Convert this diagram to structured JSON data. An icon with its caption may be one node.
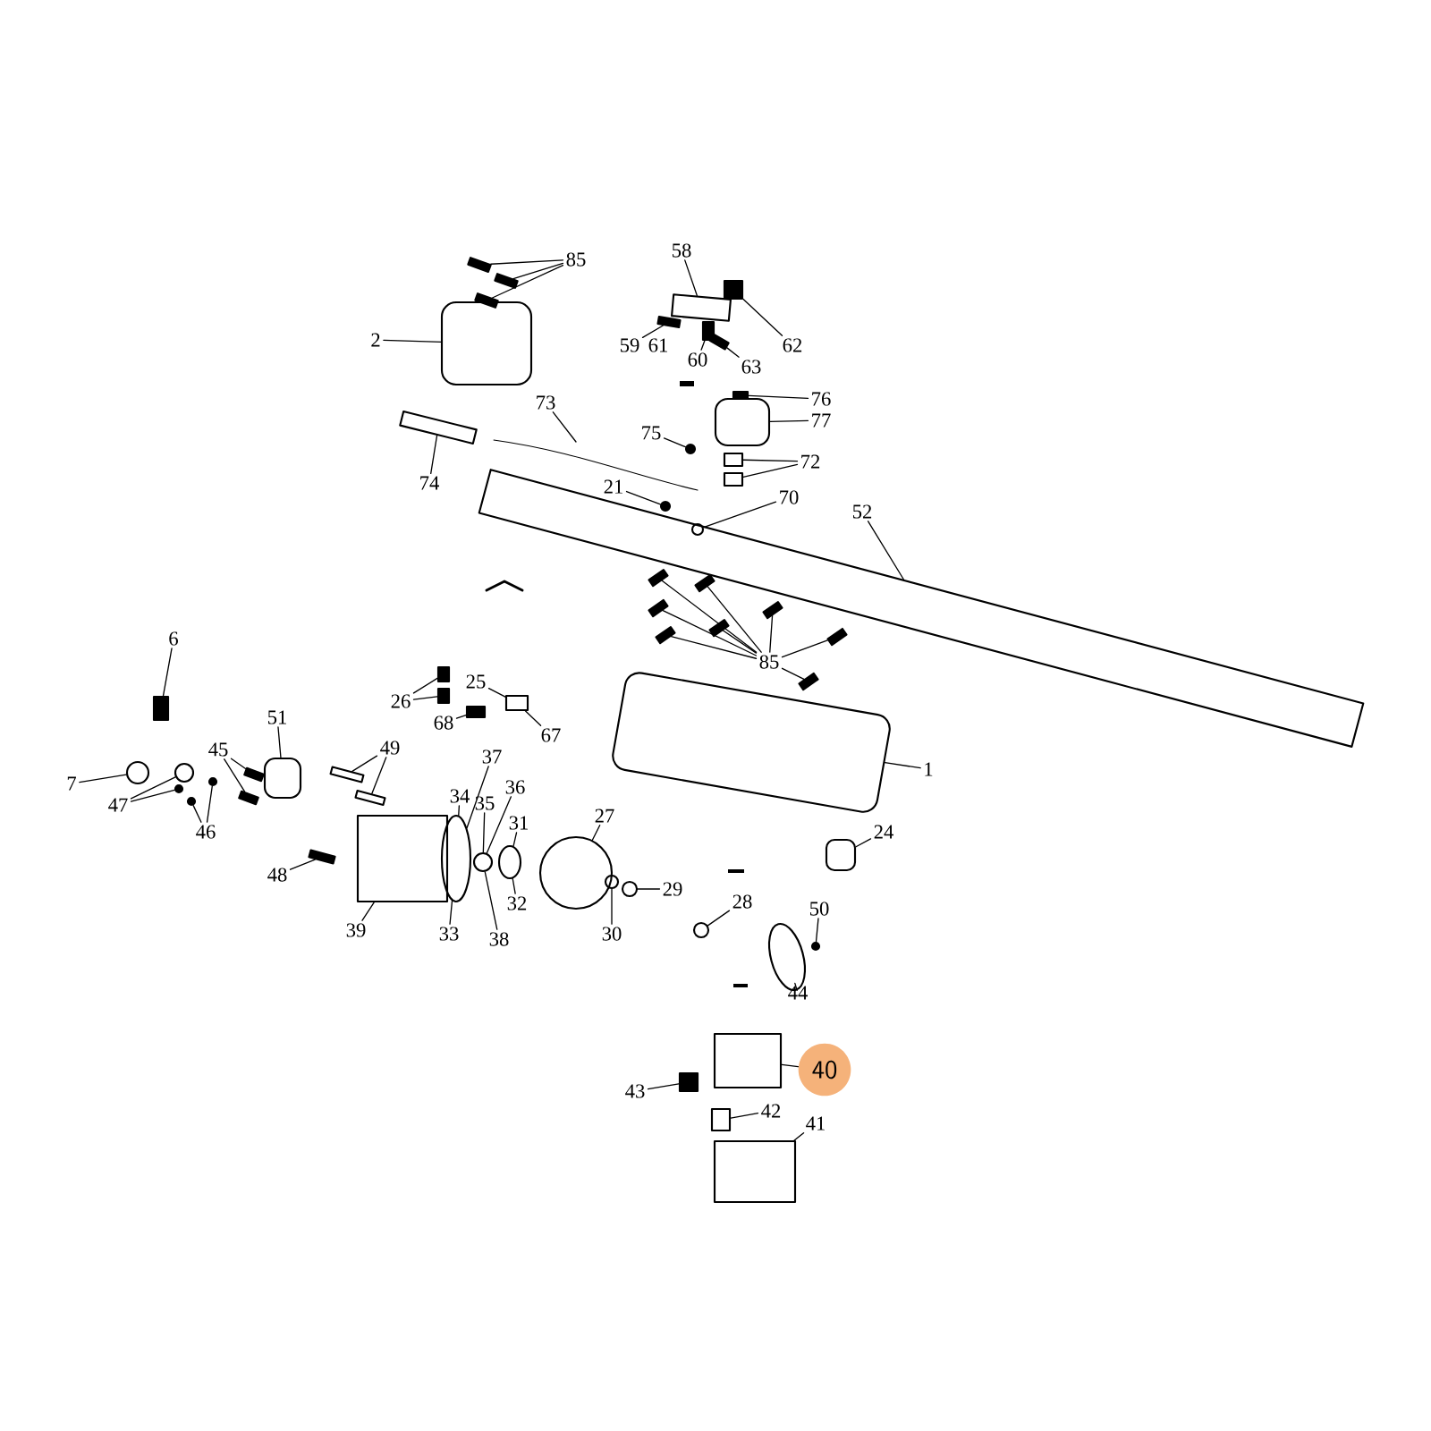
{
  "diagram": {
    "nodes": [
      {
        "text": [
          "85"
        ]
      },
      {
        "text": [
          "2"
        ]
      },
      {
        "text": [
          "58"
        ]
      },
      {
        "text": [
          "59"
        ]
      },
      {
        "text": [
          "61"
        ]
      },
      {
        "text": [
          "60"
        ]
      },
      {
        "text": [
          "63"
        ]
      },
      {
        "text": [
          "62"
        ]
      },
      {
        "text": [
          "76"
        ]
      },
      {
        "text": [
          "77"
        ]
      },
      {
        "text": [
          "73"
        ]
      },
      {
        "text": [
          "75"
        ]
      },
      {
        "text": [
          "74"
        ]
      },
      {
        "text": [
          "72"
        ]
      },
      {
        "text": [
          "21"
        ]
      },
      {
        "text": [
          "70"
        ]
      },
      {
        "text": [
          "52"
        ]
      },
      {
        "text": [
          "85"
        ]
      },
      {
        "text": [
          "6"
        ]
      },
      {
        "text": [
          "25"
        ]
      },
      {
        "text": [
          "26"
        ]
      },
      {
        "text": [
          "68"
        ]
      },
      {
        "text": [
          "67"
        ]
      },
      {
        "text": [
          "51"
        ]
      },
      {
        "text": [
          "45"
        ]
      },
      {
        "text": [
          "49"
        ]
      },
      {
        "text": [
          "37"
        ]
      },
      {
        "text": [
          "34"
        ]
      },
      {
        "text": [
          "35"
        ]
      },
      {
        "text": [
          "36"
        ]
      },
      {
        "text": [
          "31"
        ]
      },
      {
        "text": [
          "1"
        ]
      },
      {
        "text": [
          "27"
        ]
      },
      {
        "text": [
          "24"
        ]
      },
      {
        "text": [
          "7"
        ]
      },
      {
        "text": [
          "47"
        ]
      },
      {
        "text": [
          "46"
        ]
      },
      {
        "text": [
          "48"
        ]
      },
      {
        "text": [
          "29"
        ]
      },
      {
        "text": [
          "39"
        ]
      },
      {
        "text": [
          "33"
        ]
      },
      {
        "text": [
          "38"
        ]
      },
      {
        "text": [
          "32"
        ]
      },
      {
        "text": [
          "30"
        ]
      },
      {
        "text": [
          "28"
        ]
      },
      {
        "text": [
          "50"
        ]
      },
      {
        "text": [
          "44"
        ]
      },
      {
        "text": [
          "43"
        ]
      },
      {
        "text": [
          "40"
        ]
      },
      {
        "text": [
          "42"
        ]
      },
      {
        "text": [
          "41"
        ]
      },
      {
        "text": [],
        "shape": "bar"
      },
      {
        "text": [],
        "shape": "bar"
      },
      {
        "text": [],
        "shape": "bar"
      },
      {
        "text": [],
        "shape": "box"
      },
      {
        "text": [],
        "shape": "box"
      },
      {
        "text": [],
        "shape": "bar"
      },
      {
        "text": [],
        "shape": "box"
      },
      {
        "text": [],
        "shape": "bar"
      },
      {
        "text": [],
        "shape": "box"
      },
      {
        "text": [],
        "shape": "bar"
      },
      {
        "text": [],
        "shape": "box"
      },
      {
        "text": [],
        "shape": "circle"
      },
      {
        "text": [],
        "shape": "box"
      },
      {
        "text": [],
        "shape": "circle"
      },
      {
        "text": [],
        "shape": "circle",
        "in": 66
      },
      {
        "text": [],
        "shape": "cylinder"
      },
      {
        "text": [],
        "shape": "bar"
      },
      {
        "text": [],
        "shape": "bar"
      },
      {
        "text": [],
        "shape": "bar"
      },
      {
        "text": [],
        "shape": "bar"
      },
      {
        "text": [],
        "shape": "bar"
      },
      {
        "text": [],
        "shape": "bar"
      },
      {
        "text": [],
        "shape": "bar"
      },
      {
        "text": [],
        "shape": "bar"
      },
      {
        "text": [],
        "shape": "box"
      },
      {
        "text": [],
        "shape": "box"
      },
      {
        "text": [],
        "shape": "box"
      },
      {
        "text": [],
        "shape": "box"
      },
      {
        "text": [],
        "shape": "box"
      },
      {
        "text": [],
        "shape": "bar"
      },
      {
        "text": [],
        "shape": "bar"
      },
      {
        "text": [],
        "shape": "bar"
      },
      {
        "text": [],
        "shape": "bar"
      },
      {
        "text": [],
        "shape": "circle"
      },
      {
        "text": [],
        "shape": "circle"
      },
      {
        "text": [],
        "shape": "circle"
      },
      {
        "text": [],
        "shape": "box"
      },
      {
        "text": [],
        "shape": "circle"
      },
      {
        "text": [],
        "shape": "cylinder"
      },
      {
        "text": [],
        "shape": "circle"
      },
      {
        "text": [],
        "shape": "circle"
      },
      {
        "text": [],
        "shape": "circle"
      },
      {
        "text": [],
        "shape": "circle"
      },
      {
        "text": [],
        "shape": "circle"
      },
      {
        "text": [],
        "shape": "bar"
      },
      {
        "text": [],
        "shape": "circle"
      },
      {
        "text": [],
        "shape": "cylinder"
      },
      {
        "text": [],
        "shape": "circle"
      },
      {
        "text": [],
        "shape": "circle"
      },
      {
        "text": [],
        "shape": "circle"
      },
      {
        "text": [],
        "shape": "circle"
      },
      {
        "text": [],
        "shape": "box"
      },
      {
        "text": [],
        "shape": "box"
      },
      {
        "text": [],
        "shape": "box"
      },
      {
        "text": [],
        "shape": "box"
      },
      {
        "text": [],
        "shape": "bar"
      },
      {
        "text": [],
        "shape": "box"
      },
      {
        "text": [],
        "shape": "box"
      }
    ],
    "edges": [
      {
        "from": 0,
        "to": 51,
        "arrow": "none"
      },
      {
        "from": 0,
        "to": 52,
        "arrow": "none"
      },
      {
        "from": 0,
        "to": 53,
        "arrow": "none"
      },
      {
        "from": 1,
        "to": 54,
        "arrow": "none"
      },
      {
        "from": 2,
        "to": 55,
        "arrow": "none"
      },
      {
        "from": 3,
        "to": 56,
        "arrow": "none"
      },
      {
        "from": 5,
        "to": 57,
        "arrow": "none"
      },
      {
        "from": 6,
        "to": 58,
        "arrow": "none"
      },
      {
        "from": 7,
        "to": 59,
        "arrow": "none"
      },
      {
        "from": 8,
        "to": 60,
        "arrow": "none"
      },
      {
        "from": 9,
        "to": 61,
        "arrow": "none"
      },
      {
        "from": 10,
        "to": null,
        "arrow": "none"
      },
      {
        "from": 11,
        "to": 62,
        "arrow": "none"
      },
      {
        "from": 12,
        "to": 106,
        "arrow": "none"
      },
      {
        "from": 13,
        "to": 63,
        "arrow": "none"
      },
      {
        "from": 13,
        "to": 107,
        "arrow": "none"
      },
      {
        "from": 14,
        "to": 64,
        "arrow": "none"
      },
      {
        "from": 15,
        "to": 65,
        "arrow": "none"
      },
      {
        "from": 16,
        "to": 66,
        "arrow": "none"
      },
      {
        "from": 17,
        "to": 67,
        "arrow": "none"
      },
      {
        "from": 17,
        "to": 68,
        "arrow": "none"
      },
      {
        "from": 17,
        "to": 69,
        "arrow": "none"
      },
      {
        "from": 17,
        "to": 70,
        "arrow": "none"
      },
      {
        "from": 17,
        "to": 71,
        "arrow": "none"
      },
      {
        "from": 17,
        "to": 72,
        "arrow": "none"
      },
      {
        "from": 17,
        "to": 73,
        "arrow": "none"
      },
      {
        "from": 17,
        "to": 74,
        "arrow": "none"
      },
      {
        "from": 18,
        "to": 75,
        "arrow": "none"
      },
      {
        "from": 19,
        "to": 76,
        "arrow": "none"
      },
      {
        "from": 20,
        "to": 77,
        "arrow": "none"
      },
      {
        "from": 20,
        "to": 108,
        "arrow": "none"
      },
      {
        "from": 21,
        "to": 78,
        "arrow": "none"
      },
      {
        "from": 22,
        "to": 76,
        "arrow": "none"
      },
      {
        "from": 23,
        "to": 79,
        "arrow": "none"
      },
      {
        "from": 24,
        "to": 80,
        "arrow": "none"
      },
      {
        "from": 24,
        "to": 81,
        "arrow": "none"
      },
      {
        "from": 25,
        "to": 82,
        "arrow": "none"
      },
      {
        "from": 25,
        "to": 83,
        "arrow": "none"
      },
      {
        "from": 26,
        "to": 84,
        "arrow": "none"
      },
      {
        "from": 27,
        "to": 84,
        "arrow": "none"
      },
      {
        "from": 28,
        "to": 85,
        "arrow": "none"
      },
      {
        "from": 29,
        "to": 85,
        "arrow": "none"
      },
      {
        "from": 30,
        "to": 86,
        "arrow": "none"
      },
      {
        "from": 31,
        "to": 87,
        "arrow": "none"
      },
      {
        "from": 32,
        "to": 88,
        "arrow": "none"
      },
      {
        "from": 33,
        "to": 97,
        "arrow": "none"
      },
      {
        "from": 34,
        "to": 90,
        "arrow": "none"
      },
      {
        "from": 35,
        "to": 91,
        "arrow": "none"
      },
      {
        "from": 35,
        "to": 92,
        "arrow": "none"
      },
      {
        "from": 36,
        "to": 93,
        "arrow": "none"
      },
      {
        "from": 36,
        "to": 94,
        "arrow": "none"
      },
      {
        "from": 37,
        "to": 95,
        "arrow": "none"
      },
      {
        "from": 38,
        "to": 96,
        "arrow": "none"
      },
      {
        "from": 39,
        "to": 89,
        "arrow": "none"
      },
      {
        "from": 40,
        "to": 84,
        "arrow": "none"
      },
      {
        "from": 41,
        "to": 85,
        "arrow": "none"
      },
      {
        "from": 42,
        "to": 86,
        "arrow": "none"
      },
      {
        "from": 43,
        "to": 98,
        "arrow": "none"
      },
      {
        "from": 44,
        "to": 99,
        "arrow": "none"
      },
      {
        "from": 45,
        "to": 100,
        "arrow": "none"
      },
      {
        "from": 46,
        "to": 101,
        "arrow": "none"
      },
      {
        "from": 47,
        "to": 102,
        "arrow": "none"
      },
      {
        "from": 48,
        "to": 103,
        "arrow": "none"
      },
      {
        "from": 49,
        "to": 104,
        "arrow": "none"
      },
      {
        "from": 50,
        "to": 105,
        "arrow": "none"
      }
    ]
  }
}
